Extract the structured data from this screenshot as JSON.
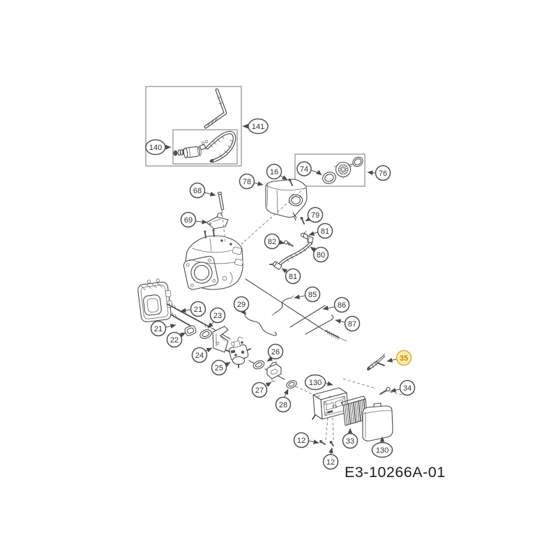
{
  "diagram": {
    "code": "E3-10266A-01",
    "highlighted_part": "35",
    "colors": {
      "line": "#4a4a4a",
      "box_border": "#8c8c8c",
      "highlight_fill": "#f8eda7",
      "highlight_stroke": "#cfb545",
      "highlight_text": "#c8860b"
    }
  },
  "callouts": [
    {
      "label": "140"
    },
    {
      "label": "141"
    },
    {
      "label": "68"
    },
    {
      "label": "69"
    },
    {
      "label": "78"
    },
    {
      "label": "16"
    },
    {
      "label": "74"
    },
    {
      "label": "76"
    },
    {
      "label": "79"
    },
    {
      "label": "81"
    },
    {
      "label": "82"
    },
    {
      "label": "80"
    },
    {
      "label": "81"
    },
    {
      "label": "21"
    },
    {
      "label": "21"
    },
    {
      "label": "22"
    },
    {
      "label": "23"
    },
    {
      "label": "29"
    },
    {
      "label": "24"
    },
    {
      "label": "25"
    },
    {
      "label": "26"
    },
    {
      "label": "85"
    },
    {
      "label": "86"
    },
    {
      "label": "87"
    },
    {
      "label": "27"
    },
    {
      "label": "28"
    },
    {
      "label": "130"
    },
    {
      "label": "35",
      "highlighted": true
    },
    {
      "label": "34"
    },
    {
      "label": "12"
    },
    {
      "label": "12"
    },
    {
      "label": "33"
    },
    {
      "label": "130"
    }
  ]
}
